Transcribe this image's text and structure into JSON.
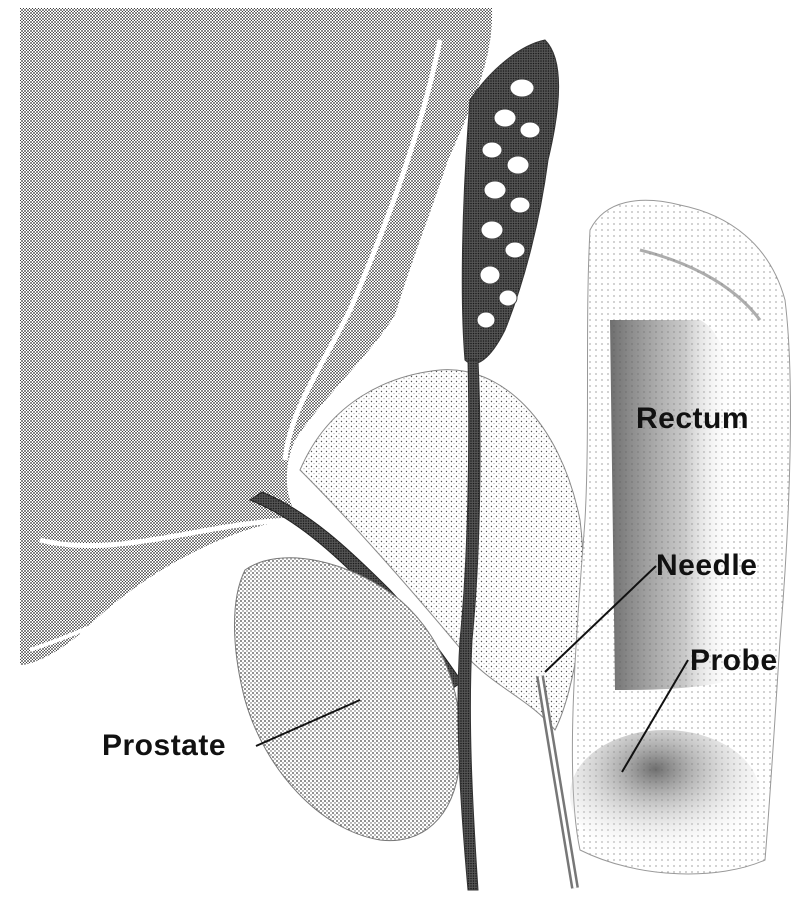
{
  "labels": {
    "rectum": "Rectum",
    "needle": "Needle",
    "probe": "Probe",
    "prostate": "Prostate"
  },
  "colors": {
    "background": "#ffffff",
    "stipple_dark": "#2a2a2a",
    "stipple_medium": "#6a6a6a",
    "stipple_light": "#a8a8a8",
    "leader_line": "#111111"
  }
}
